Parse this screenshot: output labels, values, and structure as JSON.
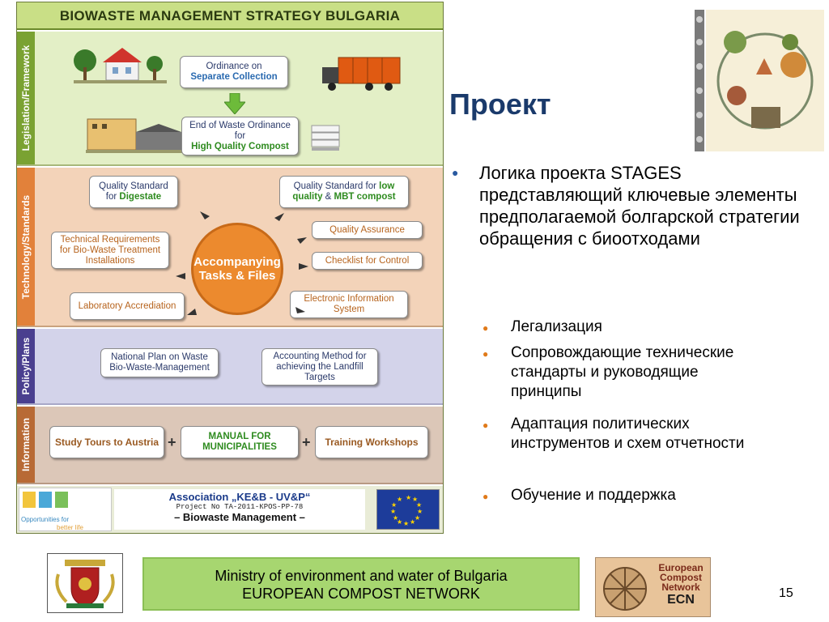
{
  "diagram": {
    "title": "BIOWASTE MANAGEMENT STRATEGY BULGARIA",
    "sections": {
      "legislation": {
        "tab": "Legislation/Framework",
        "ordinance_line1": "Ordinance on",
        "ordinance_line2": "Separate Collection",
        "end_line1": "End of Waste Ordinance",
        "end_line2": "for",
        "end_line3": "High Quality Compost"
      },
      "technology": {
        "tab": "Technology/Standards",
        "qs_digestate_1": "Quality Standard",
        "qs_digestate_2": "for",
        "qs_digestate_3": "Digestate",
        "qs_low_1": "Quality Standard for",
        "qs_low_2": "low",
        "qs_low_3": "quality",
        "qs_low_4": "&",
        "qs_low_5": "MBT compost",
        "tech_req": "Technical Requirements for Bio-Waste Treatment Installations",
        "quality_assurance": "Quality Assurance",
        "checklist": "Checklist for Control",
        "lab_accreditation": "Laboratory Accrediation",
        "electronic_info": "Electronic Information System",
        "center": "Accompanying Tasks & Files"
      },
      "policy": {
        "tab": "Policy/Plans",
        "national_plan": "National Plan on Waste Bio-Waste-Management",
        "accounting": "Accounting Method for achieving the Landfill Targets"
      },
      "information": {
        "tab": "Information",
        "study_tours": "Study Tours to Austria",
        "manual": "MANUAL FOR MUNICIPALITIES",
        "training": "Training Workshops",
        "plus": "+"
      }
    },
    "bottom": {
      "op_text1": "Opportunities for",
      "op_text2": "better life",
      "assoc": "Association „KE&B - UV&P“",
      "project_no": "Project No ТА-2011-КРОS-РР-78",
      "biowaste": "– Biowaste Management –"
    }
  },
  "slide": {
    "title": "Проект",
    "bullet_main": "Логика проекта STAGES представляющий ключевые элементы предполагаемой болгарской стратегии обращения с биоотходами",
    "sub_bullets": [
      "Легализация",
      "Сопровождающие технические стандарты и руководящие принципы",
      "Адаптация политических инструментов и схем отчетности",
      "Обучение и поддержка"
    ]
  },
  "footer": {
    "line1": "Ministry of environment and water of Bulgaria",
    "line2": "EUROPEAN COMPOST NETWORK"
  },
  "ecn_logo": {
    "line1": "European",
    "line2": "Compost",
    "line3": "Network",
    "line4": "ECN"
  },
  "page_number": "15",
  "colors": {
    "legislation_bg": "#e3efc6",
    "legislation_tab": "#7aa232",
    "technology_bg": "#f3d3b9",
    "technology_tab": "#e2813a",
    "policy_bg": "#d3d3ea",
    "policy_tab": "#4a3f8f",
    "information_bg": "#dcc7b8",
    "information_tab": "#b86a35",
    "title_blue": "#1a3a6b"
  }
}
